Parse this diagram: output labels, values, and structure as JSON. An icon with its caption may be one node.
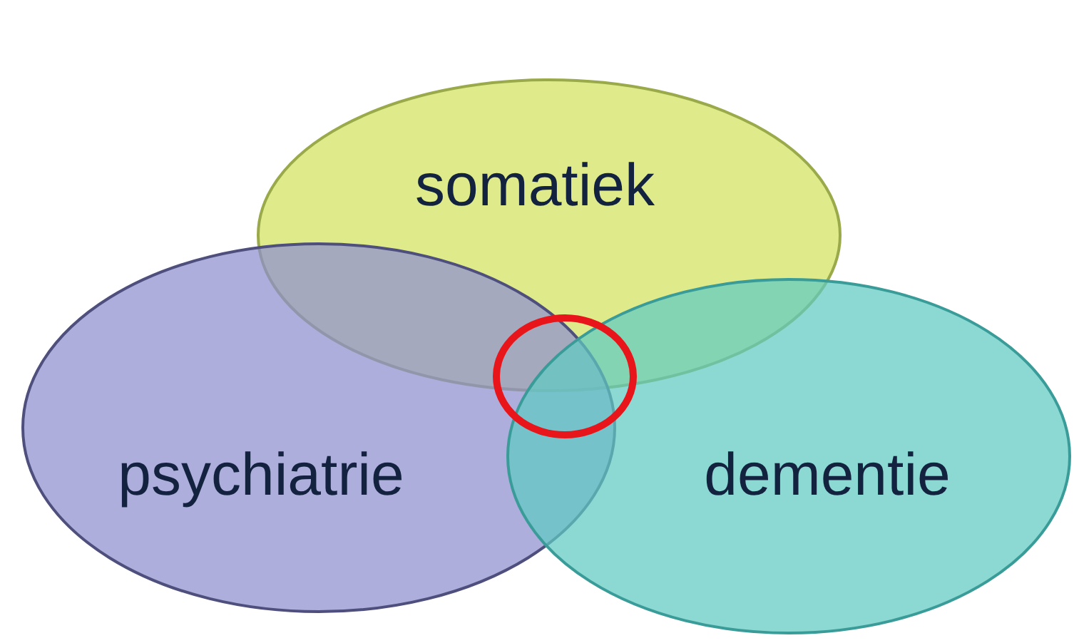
{
  "diagram": {
    "nodes": [
      {
        "text": [
          "somatiek"
        ]
      },
      {
        "text": [
          "psychiatrie"
        ]
      },
      {
        "text": [
          "dementie"
        ]
      },
      {
        "text": [],
        "shape": "circle"
      }
    ]
  }
}
